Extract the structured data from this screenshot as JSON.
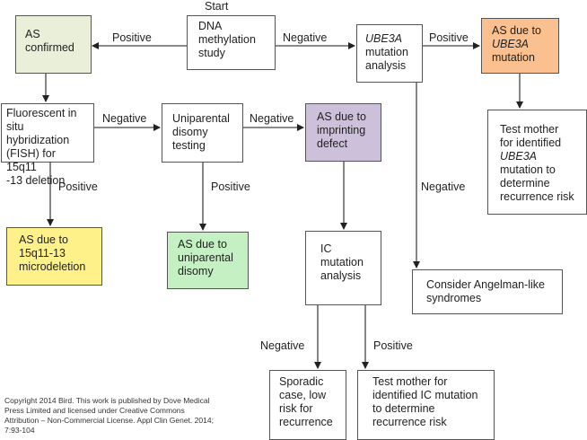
{
  "colors": {
    "as_confirmed": "#e9efd9",
    "ube3a_result": "#fac08f",
    "imprinting": "#ccc0da",
    "microdeletion": "#fef18a",
    "uniparental": "#c4f0c4",
    "neutral": "#ffffff",
    "border": "#555555"
  },
  "start_label": "Start",
  "nodes": {
    "dna": [
      "DNA",
      "methylation",
      "study"
    ],
    "as_confirmed": [
      "AS",
      "confirmed"
    ],
    "ube3a_analysis": [
      "UBE3A",
      "mutation",
      "analysis"
    ],
    "as_ube3a": [
      "AS due to",
      "UBE3A",
      "mutation"
    ],
    "test_mother_ube3a": [
      "Test mother",
      "for identified",
      "UBE3A",
      "mutation to",
      "determine",
      "recurrence risk"
    ],
    "fish": [
      "Fluorescent in",
      "situ hybridization",
      "(FISH) for 15q11",
      "-13 deletion"
    ],
    "upd_testing": [
      "Uniparental",
      "disomy",
      "testing"
    ],
    "as_imprinting": [
      "AS due to",
      "imprinting",
      "defect"
    ],
    "as_microdeletion": [
      "AS due to",
      "15q11-13",
      "microdeletion"
    ],
    "as_upd": [
      "AS due to",
      "uniparental",
      "disomy"
    ],
    "ic_analysis": [
      "IC",
      "mutation",
      "analysis"
    ],
    "angelman_like": [
      "Consider Angelman-like",
      "syndromes"
    ],
    "sporadic": [
      "Sporadic",
      "case, low",
      "risk for",
      "recurrence"
    ],
    "test_mother_ic": [
      "Test mother for",
      "identified IC mutation",
      "to determine",
      "recurrence risk"
    ]
  },
  "edge_labels": {
    "dna_positive": "Positive",
    "dna_negative": "Negative",
    "ube3a_positive": "Positive",
    "ube3a_negative": "Negative",
    "fish_negative": "Negative",
    "fish_positive": "Positive",
    "upd_negative": "Negative",
    "upd_positive": "Positive",
    "ic_negative": "Negative",
    "ic_positive": "Positive"
  },
  "copyright": "Copyright 2014 Bird.  This work is published by Dove Medical Press Limited and licensed under Creative Commons Attribution – Non-Commercial License.  Appl Clin Genet. 2014; 7:93-104"
}
